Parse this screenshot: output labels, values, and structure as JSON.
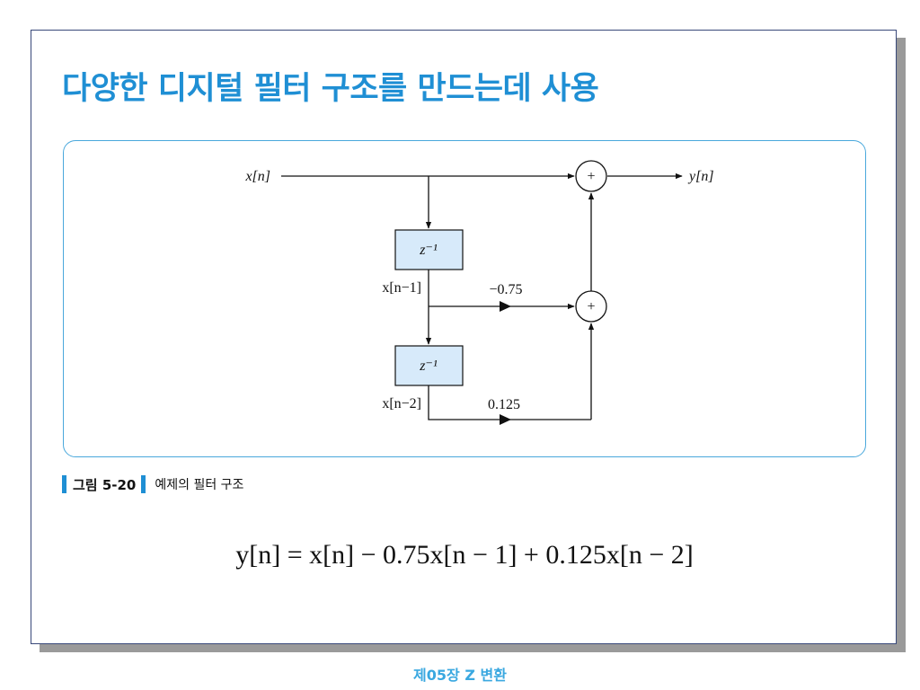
{
  "slide": {
    "title": "다양한 디지털 필터 구조를 만드는데 사용",
    "caption_label": "그림 5-20",
    "caption_text": "예제의 필터 구조",
    "footer": "제05장 Z 변환"
  },
  "diagram": {
    "input_label": "x[n]",
    "output_label": "y[n]",
    "delay1_label": "z⁻¹",
    "delay2_label": "z⁻¹",
    "tap1_label": "x[n−1]",
    "tap2_label": "x[n−2]",
    "gain1": "−0.75",
    "gain2": "0.125",
    "adder_symbol": "+"
  },
  "equation": "y[n] = x[n] − 0.75x[n − 1] + 0.125x[n − 2]",
  "colors": {
    "title": "#1f8fd4",
    "box_fill": "#d7eafa",
    "border": "#4aa8dc",
    "footer": "#3aa8e0"
  }
}
